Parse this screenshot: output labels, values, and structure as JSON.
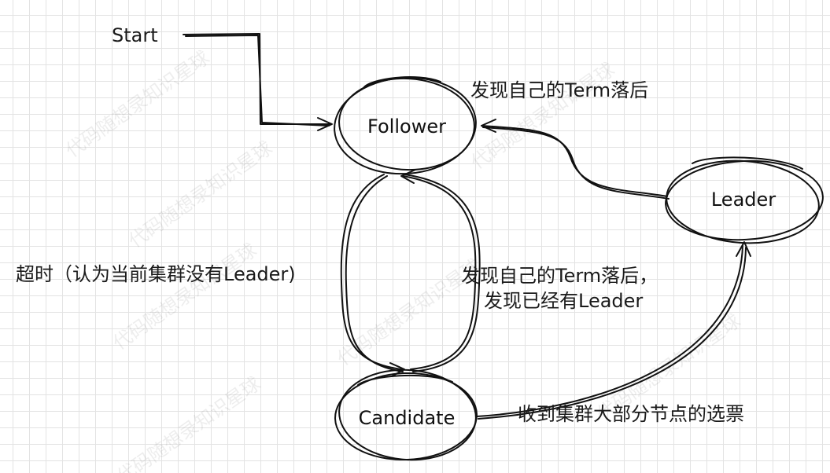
{
  "nodes": {
    "follower": "Follower",
    "leader": "Leader",
    "candidate": "Candidate"
  },
  "labels": {
    "start": "Start",
    "leader_to_follower": "发现自己的Term落后",
    "follower_to_candidate": "超时（认为当前集群没有Leader)",
    "candidate_to_follower_line1": "发现自己的Term落后，",
    "candidate_to_follower_line2": "发现已经有Leader",
    "candidate_to_leader": "收到集群大部分节点的选票"
  },
  "watermark": "代码随想录知识星球",
  "colors": {
    "stroke": "#111111",
    "grid": "#e3e3e3",
    "background": "#ffffff"
  }
}
